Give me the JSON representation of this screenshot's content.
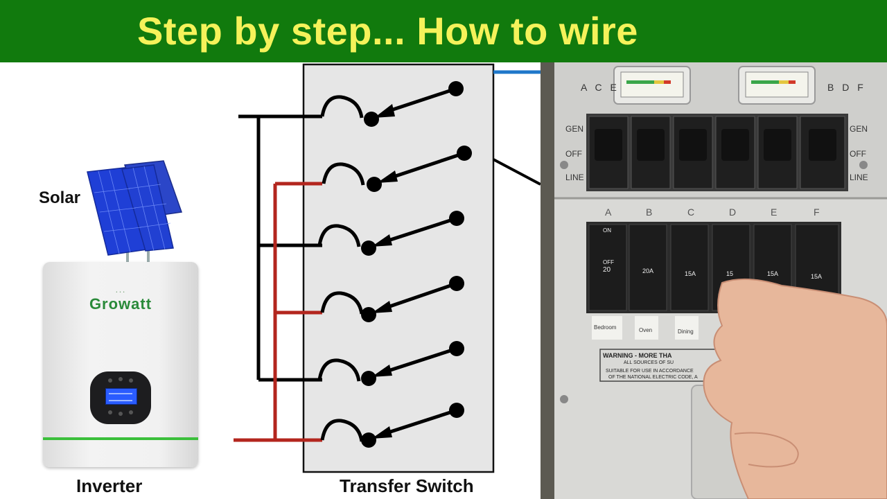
{
  "banner": {
    "title": "Step by step... How to wire",
    "background": "#117a0d",
    "title_color": "#f5f25a"
  },
  "diagram": {
    "solar_label": "Solar",
    "inverter_label": "Inverter",
    "transfer_switch_label": "Transfer Switch",
    "inverter_brand": "Growatt",
    "wire_colors": {
      "black": "#000000",
      "red": "#b3261e",
      "blue": "#1f77c9"
    }
  },
  "photo": {
    "left_labels": "A C E",
    "right_labels": "B D F",
    "switch_positions_left": [
      "GEN",
      "OFF",
      "LINE"
    ],
    "switch_positions_right": [
      "GEN",
      "OFF",
      "LINE"
    ],
    "breaker_letters": [
      "A",
      "B",
      "C",
      "D",
      "E",
      "F"
    ],
    "breaker_on_label": "ON",
    "breaker_off_label": "OFF",
    "breaker_ratings": [
      "20",
      "20A",
      "15A",
      "15",
      "15A",
      "15A"
    ],
    "circuit_labels": [
      "Bedroom",
      "Oven",
      "Dining"
    ],
    "warning_line1": "WARNING - MORE THA",
    "warning_line2": "ALL SOURCES OF SU",
    "suitable_line1": "SUITABLE FOR USE IN ACCORDANCE",
    "suitable_line2": "OF THE NATIONAL ELECTRIC CODE, A"
  }
}
